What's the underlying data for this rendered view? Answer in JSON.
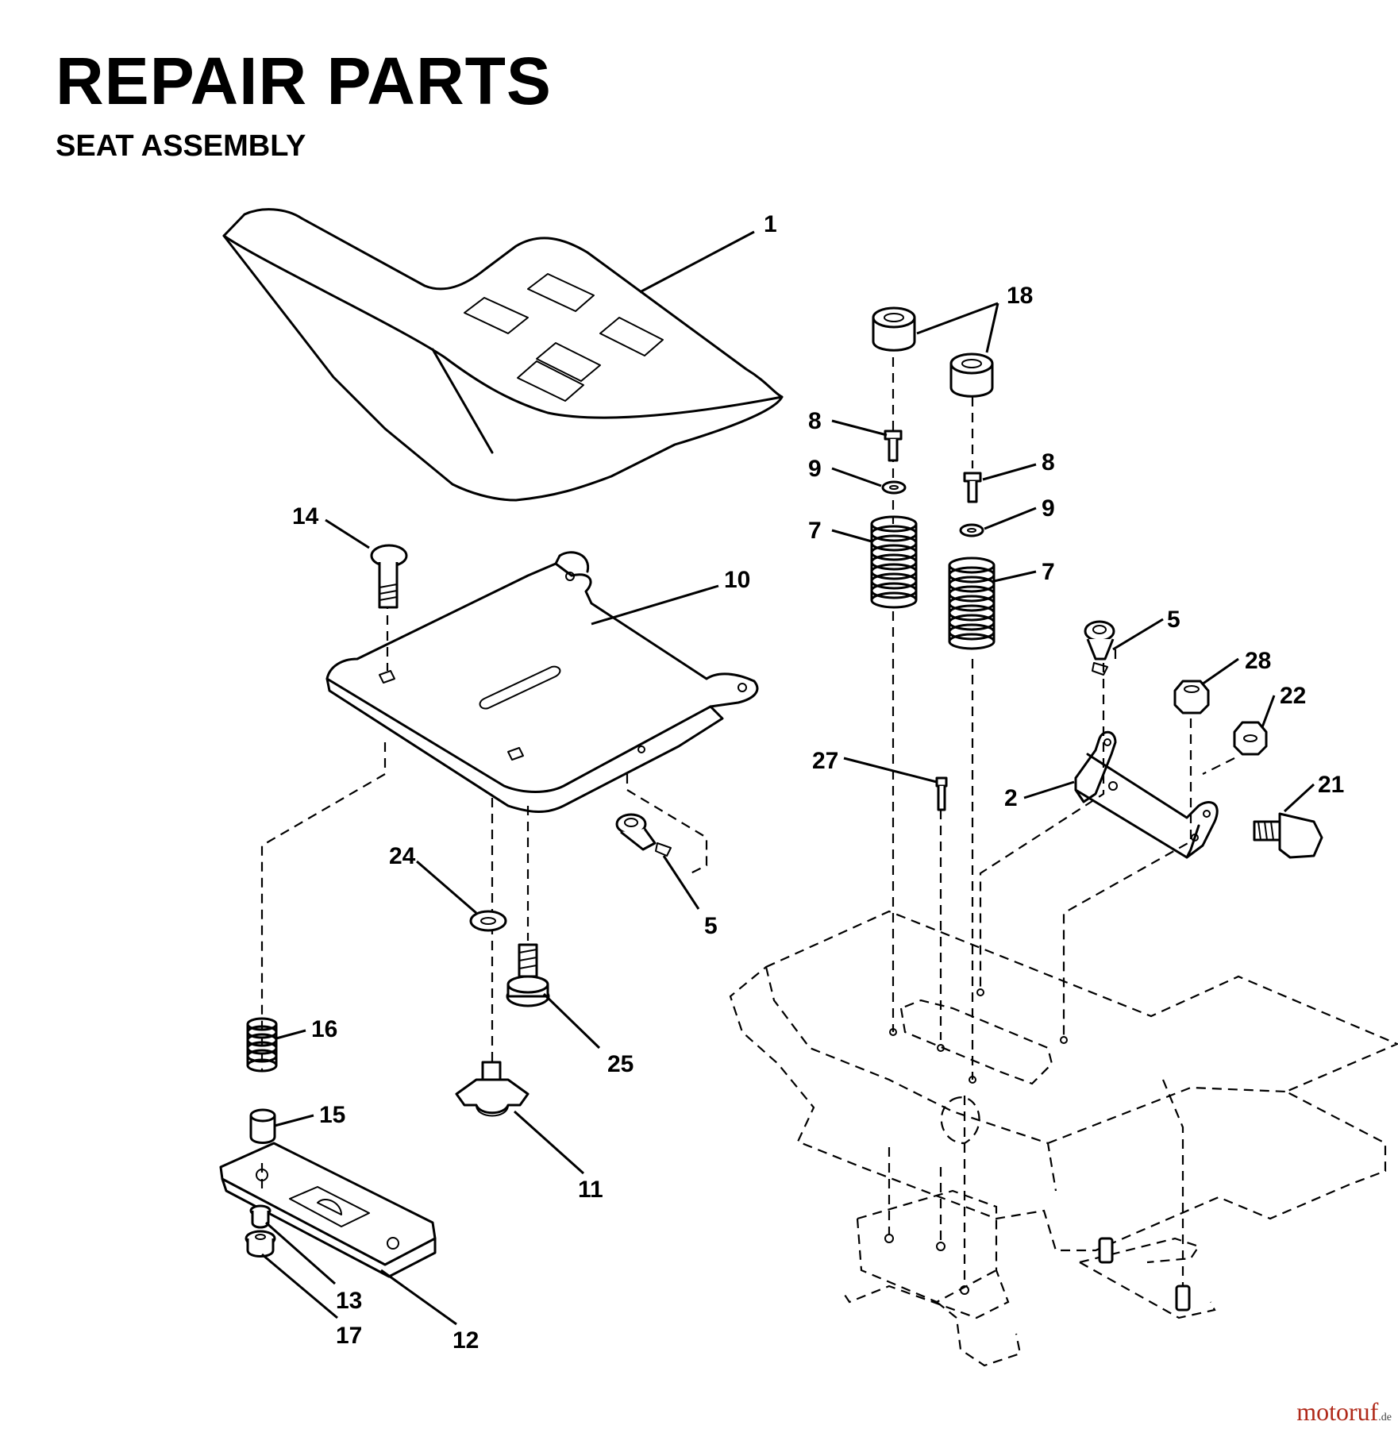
{
  "header": {
    "title": "REPAIR PARTS",
    "subtitle": "SEAT ASSEMBLY"
  },
  "callouts": [
    {
      "id": "c-1",
      "label": "1"
    },
    {
      "id": "c-18",
      "label": "18"
    },
    {
      "id": "c-8a",
      "label": "8"
    },
    {
      "id": "c-9a",
      "label": "9"
    },
    {
      "id": "c-7a",
      "label": "7"
    },
    {
      "id": "c-8b",
      "label": "8"
    },
    {
      "id": "c-9b",
      "label": "9"
    },
    {
      "id": "c-7b",
      "label": "7"
    },
    {
      "id": "c-14",
      "label": "14"
    },
    {
      "id": "c-10",
      "label": "10"
    },
    {
      "id": "c-5a",
      "label": "5"
    },
    {
      "id": "c-28",
      "label": "28"
    },
    {
      "id": "c-22",
      "label": "22"
    },
    {
      "id": "c-27",
      "label": "27"
    },
    {
      "id": "c-2",
      "label": "2"
    },
    {
      "id": "c-21",
      "label": "21"
    },
    {
      "id": "c-24",
      "label": "24"
    },
    {
      "id": "c-5b",
      "label": "5"
    },
    {
      "id": "c-16",
      "label": "16"
    },
    {
      "id": "c-25",
      "label": "25"
    },
    {
      "id": "c-15",
      "label": "15"
    },
    {
      "id": "c-11",
      "label": "11"
    },
    {
      "id": "c-13",
      "label": "13"
    },
    {
      "id": "c-17",
      "label": "17"
    },
    {
      "id": "c-12",
      "label": "12"
    }
  ],
  "watermark": {
    "text": "motoruf",
    "domain": ".de",
    "color": "#b02a1a"
  }
}
